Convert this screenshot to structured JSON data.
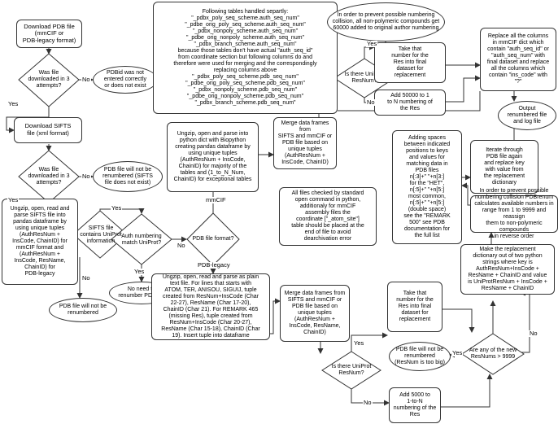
{
  "nodes": {
    "download_pdb": "Download PDB file\n(mmCIF or\nPDB-legacy format)",
    "pdb_downloaded": "Was file\ndownloaded in 3\nattempts?",
    "pdbid_not_entered": "PDBid was not\nentered correctly\nor does not exist",
    "download_sifts": "Download SIFTS\nfile (xml format)",
    "sifts_downloaded": "Was file\ndownloaded in 3\nattempts?",
    "pdb_not_renumbered_sifts": "PDB file will not be\nrenumbered (SIFTS\nfile does not exist)",
    "ungzip_sifts": "Ungzip, open, read and\nparse SIFTS file into\npandas dataframe  by\nusing unique tuples\n(AuthResNum +\nInsCode, ChainID) for\nmmCIF format and\n(AuthResNum +\nInsCode, ResName,\nChainID) for\nPDB-legacy",
    "sifts_contains_uniprot": "SIFTS file\ncontains UniProt\ninformation",
    "pdb_not_renumbered_1": "PDB file will not be\nrenumbered",
    "auth_numbering_match": "Auth numbering\nmatch UniProt?",
    "no_need_renumber": "No need to\nrenumber PDB file",
    "pdb_file_format": "PDB file format?",
    "separate_tables": "Following tables handled separtly:\n\"_pdbx_poly_seq_scheme.auth_seq_num\"\n\"_pdbe_orig_poly_seq_scheme.auth_seq_num\"\n\"_pdbx_nonpoly_scheme.auth_seq_num\"\n\"_pdbe_orig_nonpoly_scheme.auth_seq_num\"\n\"_pdbx_branch_scheme.auth_seq_num\"\nbecause those tables don't have actual \"auth_seq_id\"\nfrom coordinate section but following columns do and\ntherefore were used for merging and the correspondingly\nreplacing columns above\n\"_pdbx_poly_seq_scheme.pdb_seq_num\"\n\"_pdbe_orig_poly_seq_scheme.pdb_seq_num\"\n\"_pdbx_nonpoly_scheme.pdb_seq_num\"\n\"_pdbe_orig_nonpoly_scheme.pdb_seq_num\"\n\"_pdbx_branch_scheme.pdb_seq_num\"",
    "ungzip_mmcif": "Ungzip, open and parse into\npython dict with Biopython\ncreating pandas dataframe by\nusing unique tuples\n(AuthResNum + InsCode,\nChainID) for majority of the\ntables and (1_to_N_Num,\nChainID) for exceptional tables",
    "merge_mmcif": "Merge data frames from\nSIFTS and mmCIF or\nPDB  file based on\nunique tuples\n(AuthResNum +\nInsCode, ChainID)",
    "collision_60000": "In order to prevent possible numbering\ncollision, all non-polymeric compounds get\n60000 added to original author numbering",
    "is_uniprot_top": "Is there UniProt\nResNum?",
    "take_number_top": "Take that\nnumber for the\nRes into final\ndataset for\nreplacement",
    "add_50000_top": "Add 50000 to 1\nto N numbering of\nthe Res",
    "replace_columns": "Replace all the columns\nin mmCIF dict which\ncontain \"auth_seq_id\" or\n\"auth_seq_num\" with\nfinal dataset and replace\nall the columns which\ncontain \"ins_code\" with\n\"?\"",
    "output_file": "Output\nrenumbered file\nand log file",
    "iterate_pdb": "Iterate through\nPDB file again\nand replace key\nwith value from\nthe replacement\ndictionary",
    "adding_spaces": "Adding spaces\nbetween indicated\npositions to keys\nand values for\nmatching data in\nPDB files\nn[:3]+\" \"+n[3:]\nfor the \"HET\",\nn[:5]+\" \"+n[5:]\nmost common,\nn[:5]+\"  \"+n[5:]\n(double space)\nsee the \"REMARK\n500\" see PDB\ndocumentation for\nthe full list",
    "all_files_checked": "All files checked by standard\nopen command in python,\nadditionaly for mmCIF\nassembly files the\ncoordinate [\"_atom_site\"]\ntable should be placed at the\nend of file to avoid\ndearchivation error",
    "collision_pdbrenum": "In order to prevent possible\nnumbering collision PDBrenum\ncalculates available numbers in\nrange from 1 to 9999 and reassign\nthem to non-polymeric compounds\nin reverse order",
    "make_dictionary": "Make the replacement\ndictionary out of two python\nstrings where key is\nAuthResNum+InsCode +\nResName  + ChainID and value\nis UniProtResNum + InsCode +\nResName + ChainID",
    "ungzip_legacy": "Ungzip, open, read and parse as plain\ntext file. For lines that starts with\nATOM, TER, ANISOU, SIGUIJ, tuple\ncreated from ResNum+InsCode (Char\n22-27), ResName (Char 17-20),\nChainID (Char 21). For REMARK 465\n(missing Res), tuple created from\nResNum+InsCode (Char 20-27),\nResName (Char 15-18), ChainID (Char\n19). Insert tuple into dataframe",
    "merge_legacy": "Merge data frames from\nSIFTS and mmCIF or\nPDB  file based on\nunique tuples\n(AuthResNum +\nInsCode, ResName,\nChainID)",
    "take_number_bottom": "Take that\nnumber for the\nRes into final\ndataset for\nreplacement",
    "is_uniprot_bottom": "Is there UniProt\nResNum?",
    "add_5000_bottom": "Add 5000 to\n1-to-N\nnumbering of the\nRes",
    "pdb_too_big": "PDB file will not be\nrenumbered\n(ResNum is too big)",
    "any_new_resnums": "Are any of the new\nResNums > 9999"
  },
  "edge_labels": {
    "no_1": "No",
    "yes_1": "Yes",
    "no_2": "No",
    "yes_2": "Yes",
    "yes_3": "Yes",
    "no_3": "No",
    "no_4": "No",
    "yes_4": "Yes",
    "mmcif": "mmCIF",
    "pdb_legacy": "PDB-legacy",
    "yes_5": "Yes",
    "no_5": "No",
    "yes_6": "Yes",
    "no_6": "No",
    "yes_7": "Yes",
    "no_7": "No"
  },
  "colors": {
    "stroke": "#333333",
    "background": "#ffffff",
    "text": "#000000"
  }
}
